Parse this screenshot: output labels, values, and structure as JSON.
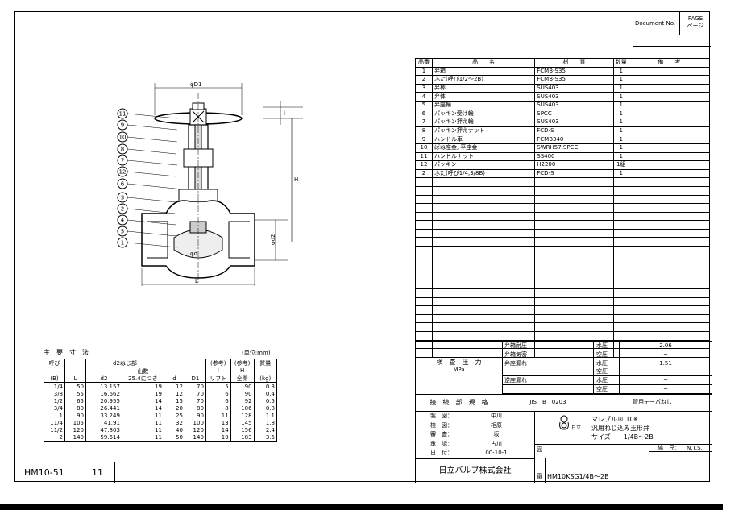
{
  "header": {
    "doc_label": "Document No.",
    "page_label_en": "PAGE",
    "page_label_jp": "ページ"
  },
  "parts_table": {
    "headers": [
      "品番",
      "品　　名",
      "材　　質",
      "数量",
      "備　　考"
    ],
    "rows": [
      {
        "no": "1",
        "name": "弁箱",
        "mat": "FCMB-S35",
        "qty": "1",
        "note": ""
      },
      {
        "no": "2",
        "name": "ふた(呼び1/2～2B)",
        "mat": "FCMB-S35",
        "qty": "1",
        "note": ""
      },
      {
        "no": "3",
        "name": "弁棒",
        "mat": "SUS403",
        "qty": "1",
        "note": ""
      },
      {
        "no": "4",
        "name": "弁体",
        "mat": "SUS403",
        "qty": "1",
        "note": ""
      },
      {
        "no": "5",
        "name": "弁座輪",
        "mat": "SUS403",
        "qty": "1",
        "note": ""
      },
      {
        "no": "6",
        "name": "パッキン受け輪",
        "mat": "SPCC",
        "qty": "1",
        "note": ""
      },
      {
        "no": "7",
        "name": "パッキン押え輪",
        "mat": "SUS403",
        "qty": "1",
        "note": ""
      },
      {
        "no": "8",
        "name": "パッキン押えナット",
        "mat": "FCD-S",
        "qty": "1",
        "note": ""
      },
      {
        "no": "9",
        "name": "ハンドル車",
        "mat": "FCMB340",
        "qty": "1",
        "note": ""
      },
      {
        "no": "10",
        "name": "ばね座金, 平座金",
        "mat": "SWRH57,SPCC",
        "qty": "1",
        "note": ""
      },
      {
        "no": "11",
        "name": "ハンドルナット",
        "mat": "SS400",
        "qty": "1",
        "note": ""
      },
      {
        "no": "12",
        "name": "パッキン",
        "mat": "H2200",
        "qty": "1組",
        "note": ""
      },
      {
        "no": "2",
        "name": "ふた(呼び1/4,3/8B)",
        "mat": "FCD-S",
        "qty": "1",
        "note": ""
      }
    ]
  },
  "dims_table": {
    "title": "主　要　寸　法",
    "unit": "(単位:mm)",
    "h_yobi": "呼び",
    "h_d2": "d2ねじ部",
    "h_sankyo1": "(参考)",
    "h_sankyo2": "(参考)",
    "h_weight": "質量",
    "h_yamakazu": "山数",
    "h_l_small": "l",
    "h_H": "H",
    "h_B": "(B)",
    "h_L": "L",
    "h_d2c": "d2",
    "h_per": "25.4につき",
    "h_d": "d",
    "h_D1": "D1",
    "h_lift": "リフト",
    "h_full": "全開",
    "h_kg": "(kg)",
    "rows": [
      [
        "1/4",
        "50",
        "13.157",
        "19",
        "12",
        "70",
        "5",
        "90",
        "0.3"
      ],
      [
        "3/8",
        "55",
        "16.662",
        "19",
        "12",
        "70",
        "6",
        "90",
        "0.4"
      ],
      [
        "1/2",
        "65",
        "20.955",
        "14",
        "15",
        "70",
        "6",
        "92",
        "0.5"
      ],
      [
        "3/4",
        "80",
        "26.441",
        "14",
        "20",
        "80",
        "8",
        "106",
        "0.8"
      ],
      [
        "1",
        "90",
        "33.249",
        "11",
        "25",
        "90",
        "11",
        "128",
        "1.1"
      ],
      [
        "11/4",
        "105",
        "41.91",
        "11",
        "32",
        "100",
        "13",
        "145",
        "1.8"
      ],
      [
        "11/2",
        "120",
        "47.803",
        "11",
        "40",
        "120",
        "14",
        "156",
        "2.4"
      ],
      [
        "2",
        "140",
        "59.614",
        "11",
        "50",
        "140",
        "19",
        "183",
        "3.5"
      ]
    ]
  },
  "inspection": {
    "title": "検　査　圧　力",
    "unit": "MPa",
    "rows": [
      {
        "item": "弁箱耐圧",
        "type": "水圧",
        "val": "2.06"
      },
      {
        "item": "弁箱気密",
        "type": "空圧",
        "val": "─"
      },
      {
        "item": "弁座漏れ",
        "type": "水圧",
        "val": "1.51"
      },
      {
        "item": "",
        "type": "空圧",
        "val": "─"
      },
      {
        "item": "逆座漏れ",
        "type": "水圧",
        "val": "─"
      },
      {
        "item": "",
        "type": "空圧",
        "val": "─"
      }
    ]
  },
  "connection": {
    "label": "接　続　部　規　格",
    "std": "JIS　B　0203",
    "type": "管用テーパねじ"
  },
  "approvals": [
    {
      "role": "製　図：",
      "name": "中川"
    },
    {
      "role": "検　図：",
      "name": "相原"
    },
    {
      "role": "審　査：",
      "name": "坂"
    },
    {
      "role": "承　認：",
      "name": "古川"
    },
    {
      "role": "日　付：",
      "name": "00-10-1"
    }
  ],
  "product": {
    "brand": "マレブル® 10K",
    "desc": "汎用ねじ込み玉形弁",
    "size": "サイズ　　1/4B～2B",
    "logo": "日立"
  },
  "company": "日立バルブ株式会社",
  "drawing": {
    "zu": "図",
    "ban": "番",
    "number": "HM10KSG1/4B～2B",
    "scale_label": "縮　尺：",
    "scale": "N.T.S."
  },
  "footer": {
    "code": "HM10-51",
    "page": "11"
  },
  "figure": {
    "labels": [
      "11",
      "9",
      "10",
      "8",
      "7",
      "12",
      "6",
      "3",
      "2",
      "4",
      "5",
      "1"
    ],
    "dim_D1": "φD1",
    "dim_l": "l",
    "dim_H": "H",
    "dim_d2": "φd2",
    "dim_d": "φd",
    "dim_L": "L"
  }
}
